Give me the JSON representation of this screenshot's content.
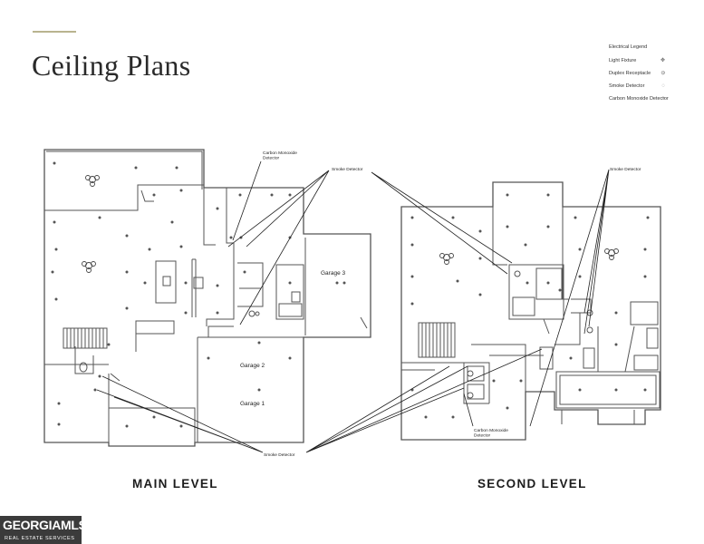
{
  "page": {
    "title": "Ceiling Plans",
    "accent_color": "#b9b48f"
  },
  "legend": {
    "title": "Electrical Legend",
    "items": [
      {
        "label": "Light Fixture",
        "icon": "light-fixture-icon"
      },
      {
        "label": "Duplex Receptacle",
        "icon": "duplex-receptacle-icon"
      },
      {
        "label": "Smoke Detector",
        "icon": "smoke-detector-icon"
      },
      {
        "label": "Carbon Monoxide Detector",
        "icon": "carbon-monoxide-icon"
      }
    ]
  },
  "main_level": {
    "label": "MAIN LEVEL",
    "rooms": [
      "Garage 3",
      "Garage 2",
      "Garage 1"
    ],
    "callouts": {
      "carbon_monoxide": "Carbon Monoxide Detector",
      "smoke_top": "Smoke Detector",
      "smoke_bottom": "Smoke Detector"
    }
  },
  "second_level": {
    "label": "SECOND LEVEL",
    "callouts": {
      "smoke_top": "Smoke Detector",
      "carbon_monoxide": "Carbon Monoxide Detector"
    }
  },
  "watermark": {
    "brand": "GEORGIAMLS",
    "tagline": "REAL ESTATE SERVICES"
  }
}
